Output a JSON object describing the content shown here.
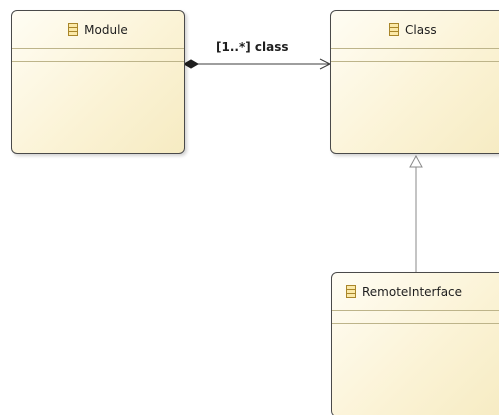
{
  "classes": {
    "module": {
      "name": "Module",
      "icon": "class-icon"
    },
    "class": {
      "name": "Class",
      "icon": "class-icon"
    },
    "remote_interface": {
      "name": "RemoteInterface",
      "icon": "class-icon"
    }
  },
  "associations": [
    {
      "from": "Module",
      "to": "Class",
      "kind": "composition",
      "label": "[1..*] class"
    }
  ],
  "generalizations": [
    {
      "from": "RemoteInterface",
      "to": "Class"
    }
  ],
  "colors": {
    "border": "#4a4a4a",
    "fill": "#fbf3d6",
    "edge": "#7a7a7a"
  }
}
